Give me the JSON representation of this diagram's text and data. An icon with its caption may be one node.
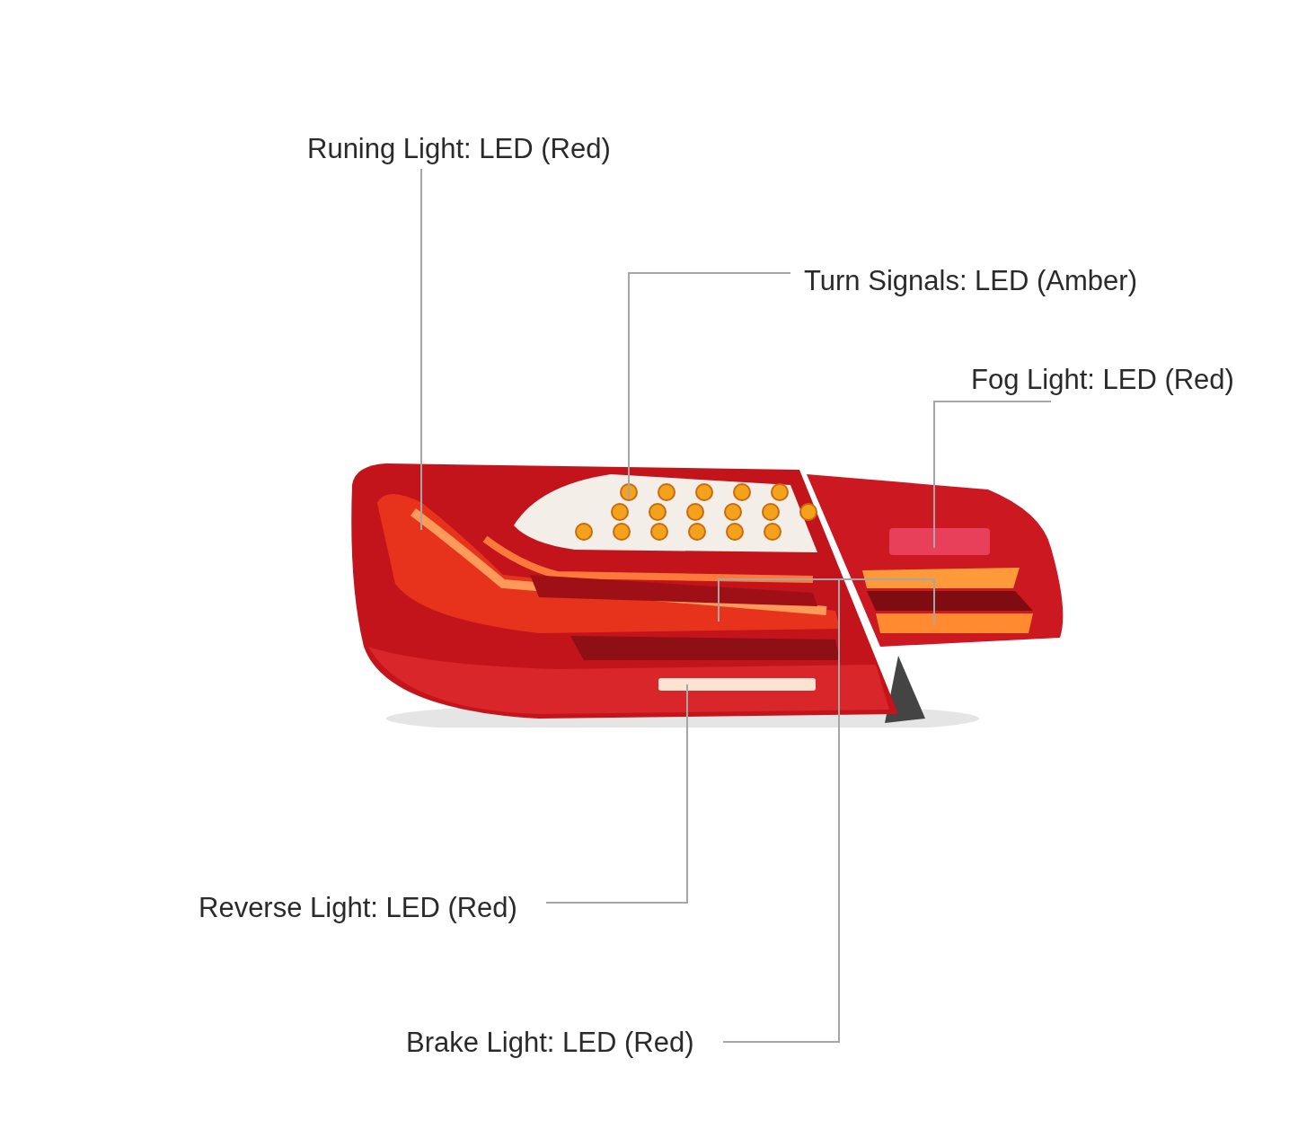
{
  "diagram": {
    "nodes": [
      {
        "text": [
          "Runing Light: LED (Red)"
        ]
      },
      {
        "text": [
          "Turn Signals: LED (Amber)"
        ]
      },
      {
        "text": [
          "Fog Light: LED (Red)"
        ]
      },
      {
        "text": [],
        "shape": "picture"
      },
      {
        "text": [
          "Reverse Light: LED (Red)"
        ]
      },
      {
        "text": [
          "Brake Light: LED (Red)"
        ]
      }
    ],
    "edges": [
      {
        "from": 0,
        "to": 3,
        "arrow": "none"
      },
      {
        "from": 1,
        "to": 3,
        "arrow": "none"
      },
      {
        "from": 2,
        "to": 3,
        "arrow": "none"
      },
      {
        "from": 4,
        "to": 3,
        "arrow": "none"
      },
      {
        "from": 5,
        "to": 3,
        "arrow": "none"
      },
      {
        "from": 5,
        "to": 3,
        "arrow": "none"
      }
    ]
  }
}
